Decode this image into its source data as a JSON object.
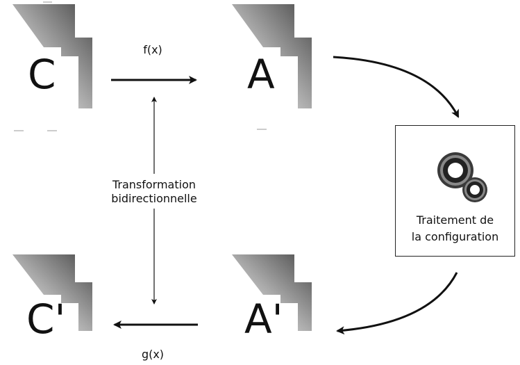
{
  "nodes": {
    "c": "C",
    "a": "A",
    "a_prime": "A'",
    "c_prime": "C'"
  },
  "labels": {
    "fx": "f(x)",
    "gx": "g(x)",
    "transformation_line1": "Transformation",
    "transformation_line2": "bidirectionnelle",
    "process_line1": "Traitement de",
    "process_line2": "la configuration"
  },
  "colors": {
    "ink": "#111111",
    "gear": "#333333"
  }
}
